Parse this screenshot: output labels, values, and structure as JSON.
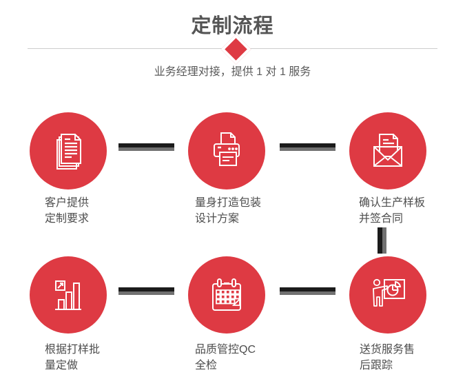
{
  "header": {
    "title": "定制流程",
    "subtitle": "业务经理对接，提供 1 对 1 服务"
  },
  "colors": {
    "accent_red": "#de3a43",
    "connector_dark": "#1b1b1b",
    "connector_gray": "#717171",
    "title_gray": "#555555",
    "label_gray": "#4d4d4d",
    "divider_gray": "#cccccc"
  },
  "steps": [
    {
      "icon": "documents-icon",
      "line1": "客户提供",
      "line2": "定制要求"
    },
    {
      "icon": "printer-icon",
      "line1": "量身打造包装",
      "line2": "设计方案"
    },
    {
      "icon": "envelope-icon",
      "line1": "确认生产样板",
      "line2": "并签合同"
    },
    {
      "icon": "bar-chart-icon",
      "line1": "根据打样批",
      "line2": "量定做"
    },
    {
      "icon": "calendar-icon",
      "line1": "品质管控QC",
      "line2": "全检"
    },
    {
      "icon": "presenter-icon",
      "line1": "送货服务售",
      "line2": "后跟踪"
    }
  ]
}
